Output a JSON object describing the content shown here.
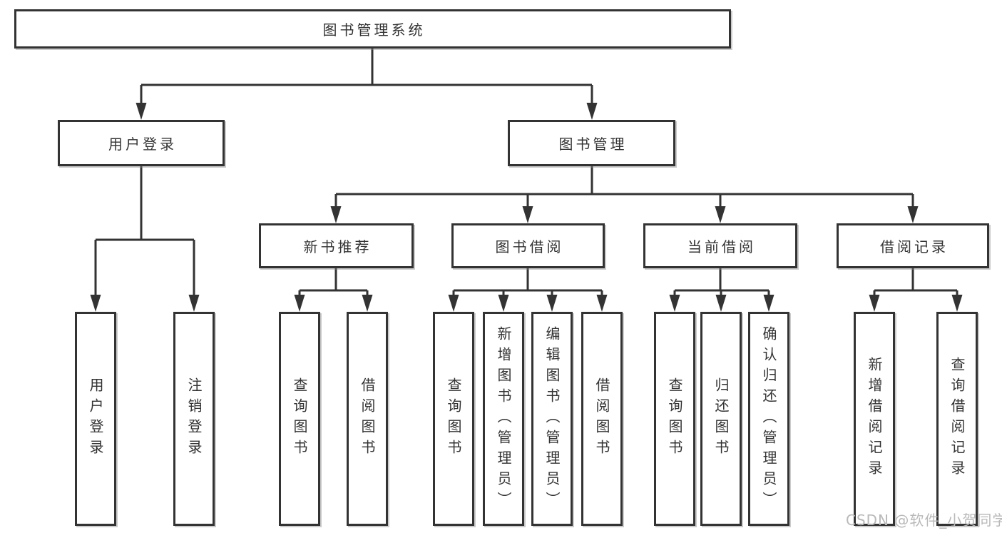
{
  "diagram": {
    "root": {
      "label": "图书管理系统",
      "children": [
        {
          "label": "用户登录",
          "children": [
            {
              "label": "用户登录"
            },
            {
              "label": "注销登录"
            }
          ]
        },
        {
          "label": "图书管理",
          "children": [
            {
              "label": "新书推荐",
              "children": [
                {
                  "label": "查询图书"
                },
                {
                  "label": "借阅图书"
                }
              ]
            },
            {
              "label": "图书借阅",
              "children": [
                {
                  "label": "查询图书"
                },
                {
                  "label": "新增图书（管理员）"
                },
                {
                  "label": "编辑图书（管理员）"
                },
                {
                  "label": "借阅图书"
                }
              ]
            },
            {
              "label": "当前借阅",
              "children": [
                {
                  "label": "查询图书"
                },
                {
                  "label": "归还图书"
                },
                {
                  "label": "确认归还（管理员）"
                }
              ]
            },
            {
              "label": "借阅记录",
              "children": [
                {
                  "label": "新增借阅记录"
                },
                {
                  "label": "查询借阅记录"
                }
              ]
            }
          ]
        }
      ]
    },
    "watermark": "CSDN @软件_小贺同学",
    "colors": {
      "line": "#333333",
      "text": "#333333",
      "background": "#ffffff",
      "watermark": "#b9b9b9"
    }
  }
}
